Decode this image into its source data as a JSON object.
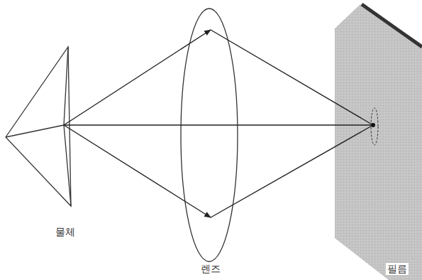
{
  "diagram": {
    "labels": [
      "물체",
      "렌즈",
      "필름"
    ]
  }
}
